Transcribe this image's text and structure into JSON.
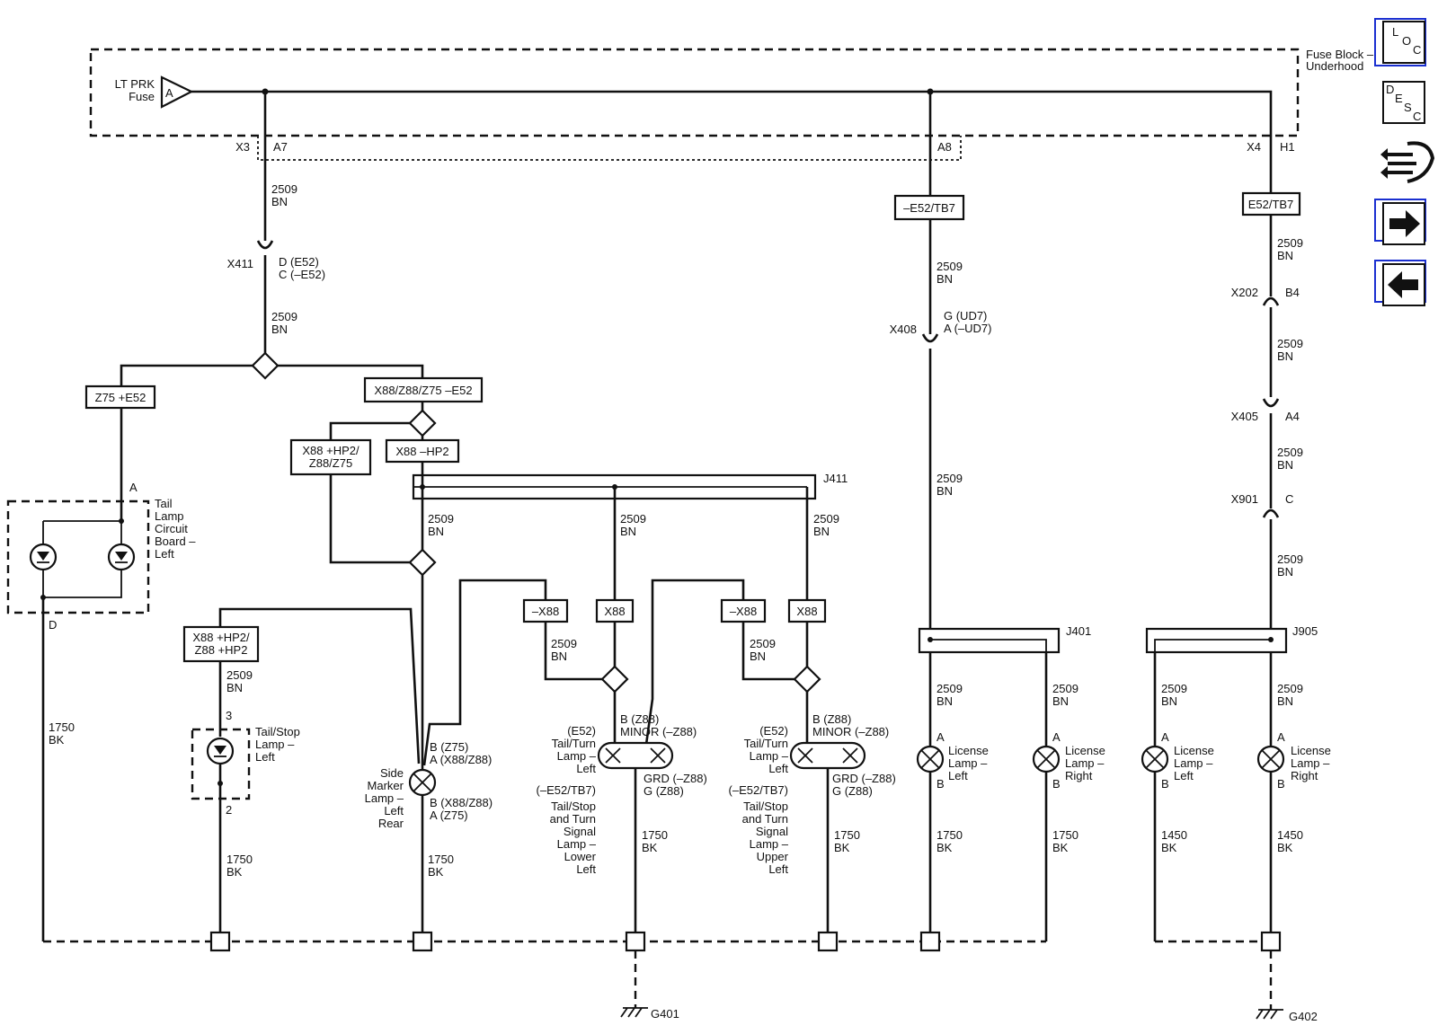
{
  "fuse_block": {
    "label1": "Fuse Block –",
    "label2": "Underhood"
  },
  "fuse": {
    "label1": "LT PRK",
    "label2": "Fuse",
    "pin": "A"
  },
  "connectors": {
    "x3": "X3",
    "a7": "A7",
    "a8": "A8",
    "x4": "X4",
    "h1": "H1",
    "x411": "X411",
    "x411_d": "D (E52)",
    "x411_c": "C (–E52)",
    "x408": "X408",
    "x408_g": "G (UD7)",
    "x408_a": "A (–UD7)",
    "x202": "X202",
    "x202_b4": "B4",
    "x405": "X405",
    "x405_a4": "A4",
    "x901": "X901",
    "x901_c": "C",
    "j411": "J411",
    "j401": "J401",
    "j905": "J905"
  },
  "wire": {
    "gauge_bn": "2509",
    "color_bn": "BN",
    "gauge_bk": "1750",
    "color_bk": "BK",
    "gauge_bk2": "1450"
  },
  "options": {
    "e52tb7_neg": "–E52/TB7",
    "e52tb7": "E52/TB7",
    "z75_e52": "Z75 +E52",
    "x88_z88_z75_e52": "X88/Z88/Z75 –E52",
    "x88_hp2_z88_z75_1": "X88 +HP2/",
    "x88_hp2_z88_z75_2": "Z88/Z75",
    "x88_neg_hp2": "X88 –HP2",
    "x88_hp2_z88_hp2_1": "X88 +HP2/",
    "x88_hp2_z88_hp2_2": "Z88 +HP2",
    "neg_x88": "–X88",
    "x88": "X88"
  },
  "components": {
    "tail_board": [
      "Tail",
      "Lamp",
      "Circuit",
      "Board –",
      "Left"
    ],
    "tail_board_a": "A",
    "tail_board_d": "D",
    "tailstop": [
      "Tail/Stop",
      "Lamp –",
      "Left"
    ],
    "tailstop_3": "3",
    "tailstop_2": "2",
    "side_marker": [
      "Side",
      "Marker",
      "Lamp –",
      "Left",
      "Rear"
    ],
    "side_marker_top1": "B (Z75)",
    "side_marker_top2": "A (X88/Z88)",
    "side_marker_bot1": "B (X88/Z88)",
    "side_marker_bot2": "A (Z75)",
    "tailturn_pin1": "B (Z88)",
    "tailturn_pin2": "MINOR (–Z88)",
    "tailturn_lbl": [
      "(E52)",
      "Tail/Turn",
      "Lamp –",
      "Left"
    ],
    "tailturn_grd1": "GRD (–Z88)",
    "tailturn_grd2": "G (Z88)",
    "lower_lbl": [
      "(–E52/TB7)",
      "Tail/Stop",
      "and Turn",
      "Signal",
      "Lamp –",
      "Lower",
      "Left"
    ],
    "upper_lbl": [
      "(–E52/TB7)",
      "Tail/Stop",
      "and Turn",
      "Signal",
      "Lamp –",
      "Upper",
      "Left"
    ],
    "license_left": [
      "License",
      "Lamp –",
      "Left"
    ],
    "license_right": [
      "License",
      "Lamp –",
      "Right"
    ],
    "pin_a": "A",
    "pin_b": "B"
  },
  "grounds": {
    "g401": "G401",
    "g402": "G402"
  },
  "nav": {
    "loc": [
      "L",
      "O",
      "C"
    ],
    "desc": [
      "D",
      "E",
      "S",
      "C"
    ]
  }
}
